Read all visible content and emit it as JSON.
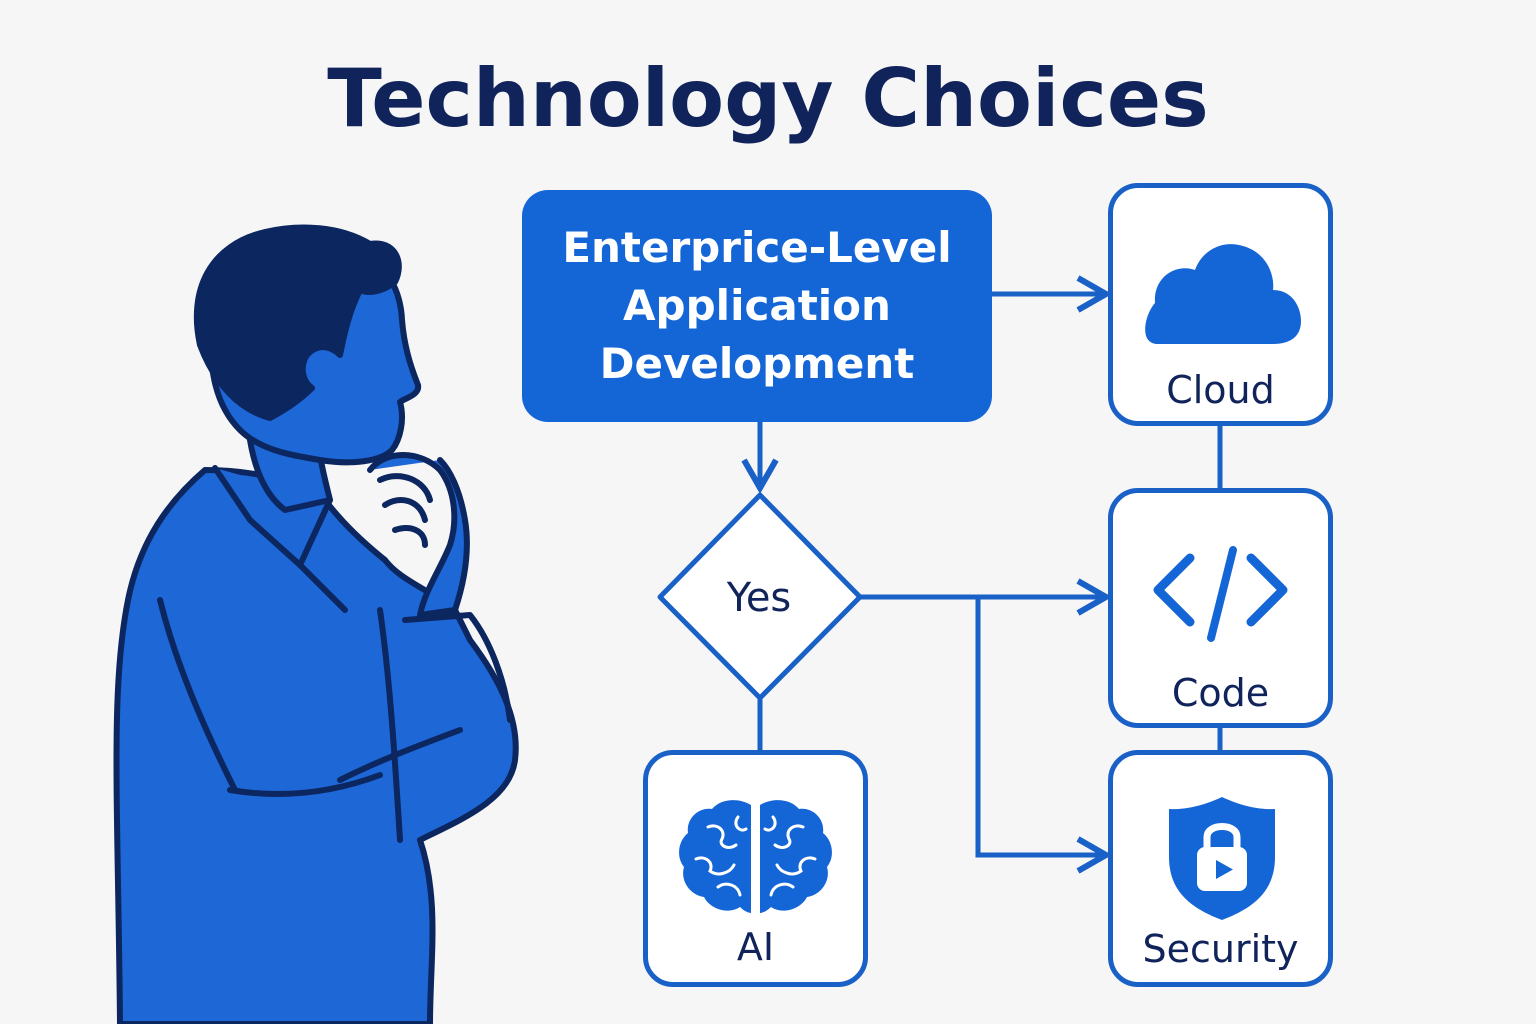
{
  "title": "Technology Choices",
  "main_box": {
    "line1": "Enterprice-Level",
    "line2": "Application",
    "line3": "Development"
  },
  "decision": {
    "label": "Yes"
  },
  "nodes": {
    "cloud": {
      "label": "Cloud",
      "icon": "cloud-icon"
    },
    "code": {
      "label": "Code",
      "icon": "code-brackets-icon"
    },
    "security": {
      "label": "Security",
      "icon": "shield-lock-icon"
    },
    "ai": {
      "label": "AI",
      "icon": "brain-icon"
    }
  },
  "colors": {
    "accent": "#1466d6",
    "line": "#1960c7",
    "text_dark": "#10235a",
    "background": "#f6f6f6"
  }
}
